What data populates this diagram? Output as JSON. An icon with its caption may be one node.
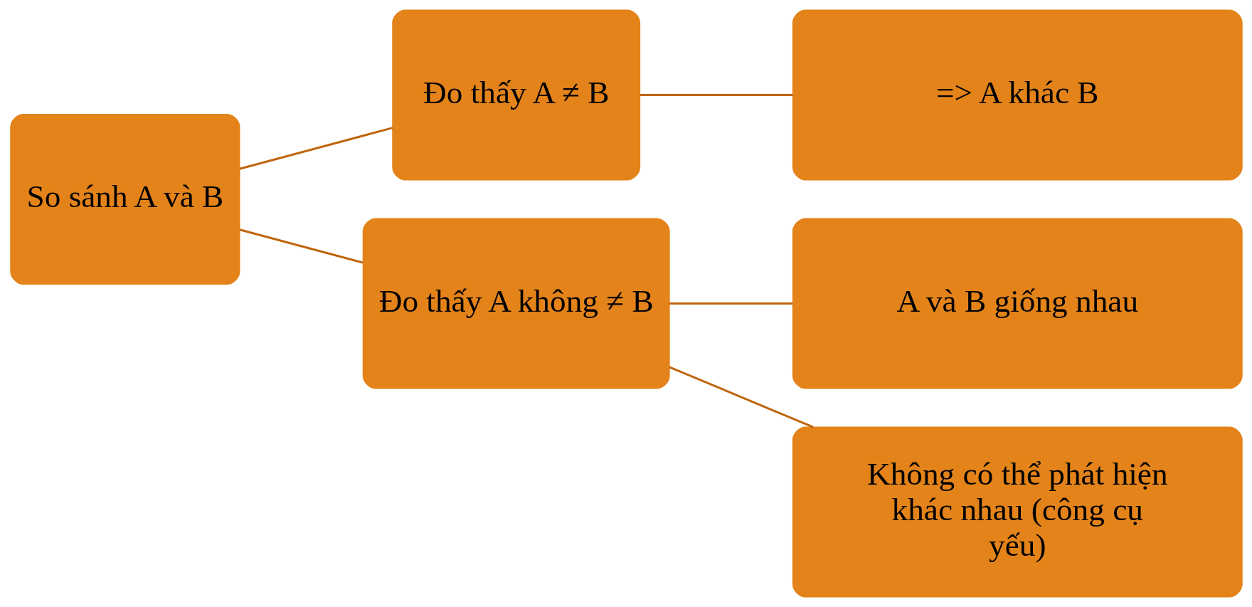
{
  "diagram": {
    "nodes": [
      {
        "text": [
          "So sánh A và B"
        ]
      },
      {
        "text": [
          "Đo thấy A ≠ B"
        ]
      },
      {
        "text": [
          "=> A khác B"
        ]
      },
      {
        "text": [
          "Đo thấy A không ≠ B"
        ]
      },
      {
        "text": [
          "A và B giống nhau"
        ]
      },
      {
        "text": [
          "Không có thể phát hiện khác nhau (công cụ yếu)"
        ]
      }
    ],
    "edges": [
      {
        "from": 0,
        "to": 1,
        "arrow": "none"
      },
      {
        "from": 0,
        "to": 3,
        "arrow": "none"
      },
      {
        "from": 1,
        "to": 2,
        "arrow": "none"
      },
      {
        "from": 3,
        "to": 4,
        "arrow": "none"
      },
      {
        "from": 3,
        "to": 5,
        "arrow": "none"
      }
    ]
  }
}
